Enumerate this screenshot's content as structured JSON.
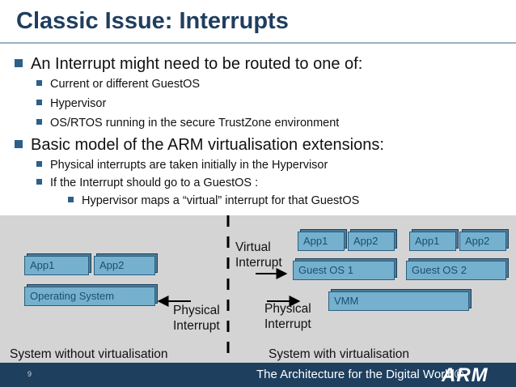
{
  "title": "Classic Issue: Interrupts",
  "bullets": {
    "b1": "An Interrupt might need to be routed to one of:",
    "b1_1": "Current or different GuestOS",
    "b1_2": "Hypervisor",
    "b1_3": "OS/RTOS running in the secure TrustZone environment",
    "b2": "Basic model of the ARM virtualisation extensions:",
    "b2_1": "Physical interrupts are taken initially in the Hypervisor",
    "b2_2": "If the Interrupt should go to a GuestOS :",
    "b2_2_1": "Hypervisor maps a “virtual” interrupt for that GuestOS"
  },
  "left": {
    "app1": "App1",
    "app2": "App2",
    "os": "Operating System",
    "physical_interrupt": "Physical Interrupt",
    "caption": "System without virtualisation"
  },
  "right": {
    "g1_app1": "App1",
    "g1_app2": "App2",
    "g2_app1": "App1",
    "g2_app2": "App2",
    "guest1": "Guest OS 1",
    "guest2": "Guest OS 2",
    "vmm": "VMM",
    "virtual_interrupt": "Virtual Interrupt",
    "physical_interrupt": "Physical Interrupt",
    "caption": "System with virtualisation"
  },
  "footer": {
    "page_number": "9",
    "tagline": "The Architecture for the Digital World®",
    "logo": "ARM"
  },
  "colors": {
    "title": "#1f3e5f",
    "bullet": "#2c5f8a",
    "box_fill": "#75b1cf",
    "diagram_bg": "#d4d4d4",
    "footer_bg": "#1e3f5e"
  }
}
